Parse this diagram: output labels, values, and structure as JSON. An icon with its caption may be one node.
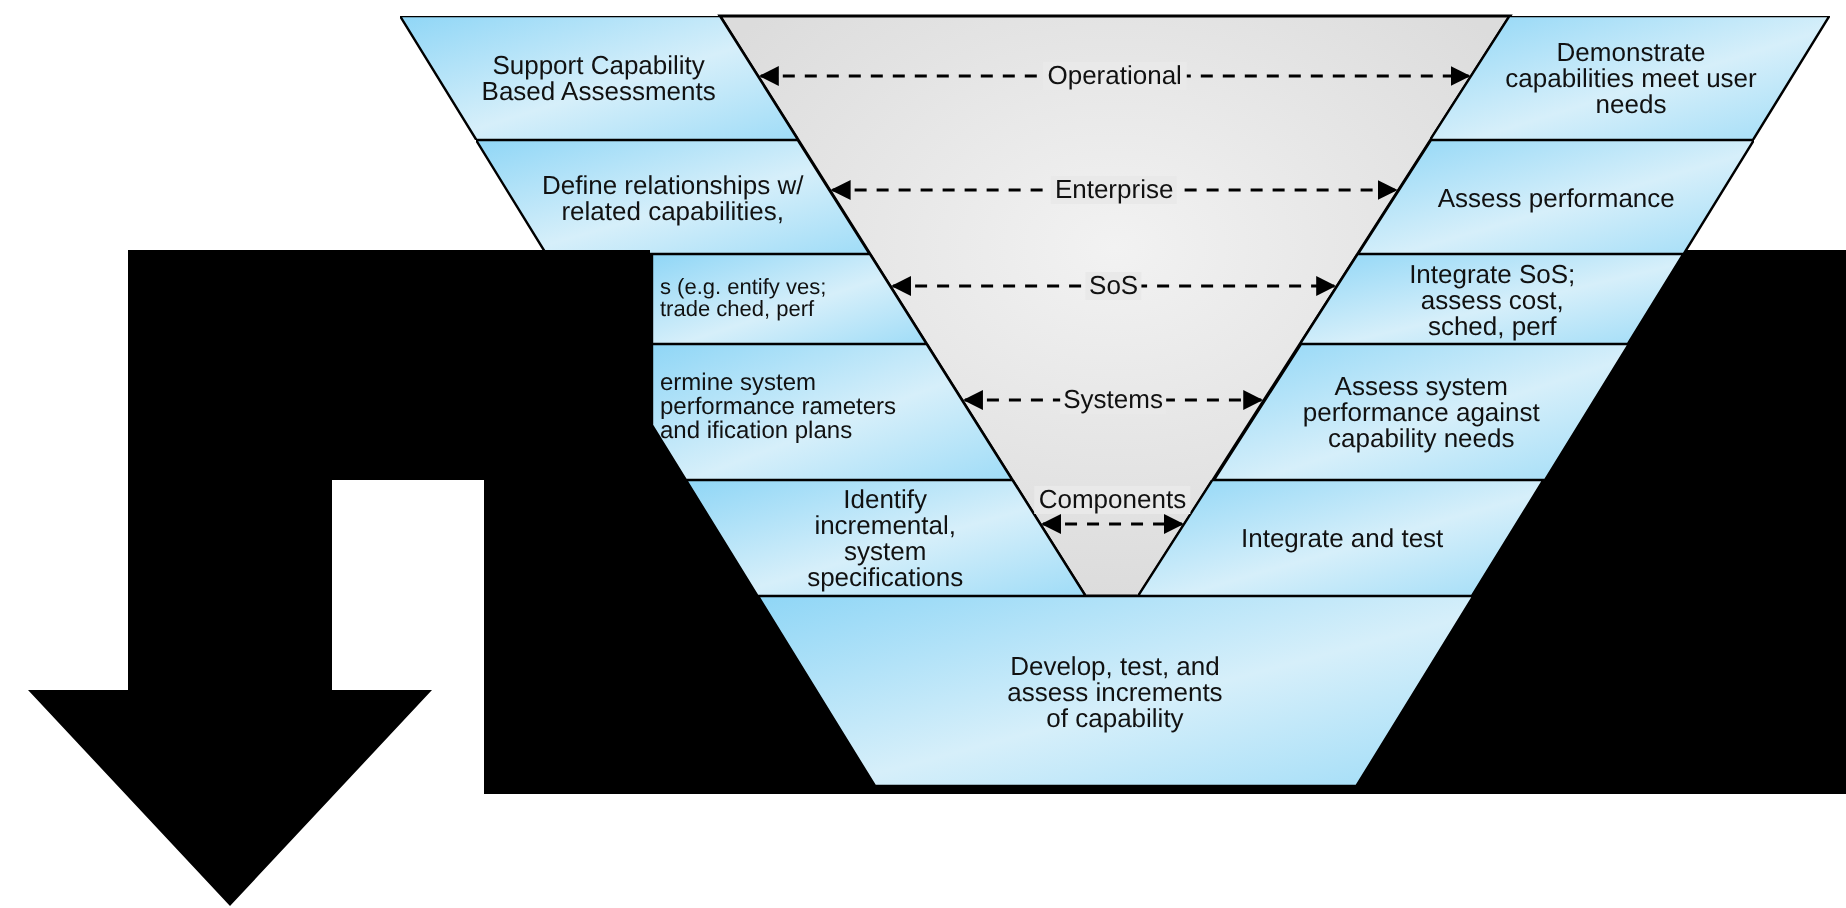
{
  "diagram": {
    "nodes": [
      {
        "text": [
          "Support Capability Based Assessments"
        ]
      },
      {
        "text": [
          "Define relationships w/ related capabilities,"
        ]
      },
      {
        "text": [
          "s (e.g. entify ves; trade ched, perf"
        ]
      },
      {
        "text": [
          "ermine system performance rameters and ification plans"
        ]
      },
      {
        "text": [
          "Identify incremental, system specifications"
        ]
      },
      {
        "text": [
          "Develop, test, and assess increments of capability"
        ]
      },
      {
        "text": [
          "Demonstrate capabilities meet user needs"
        ]
      },
      {
        "text": [
          "Assess performance"
        ]
      },
      {
        "text": [
          "Integrate SoS; assess cost, sched, perf"
        ]
      },
      {
        "text": [
          "Assess system performance against capability needs"
        ]
      },
      {
        "text": [
          "Integrate and test"
        ]
      }
    ],
    "edges": [
      {
        "from": 0,
        "to": 6,
        "arrow": "both",
        "style": "dashed",
        "label": "Operational"
      },
      {
        "from": 1,
        "to": 7,
        "arrow": "both",
        "style": "dashed",
        "label": "Enterprise"
      },
      {
        "from": 2,
        "to": 8,
        "arrow": "both",
        "style": "dashed",
        "label": "SoS"
      },
      {
        "from": 3,
        "to": 9,
        "arrow": "both",
        "style": "dashed",
        "label": "Systems"
      },
      {
        "from": 4,
        "to": 10,
        "arrow": "both",
        "style": "dashed",
        "label": "Components"
      }
    ]
  }
}
